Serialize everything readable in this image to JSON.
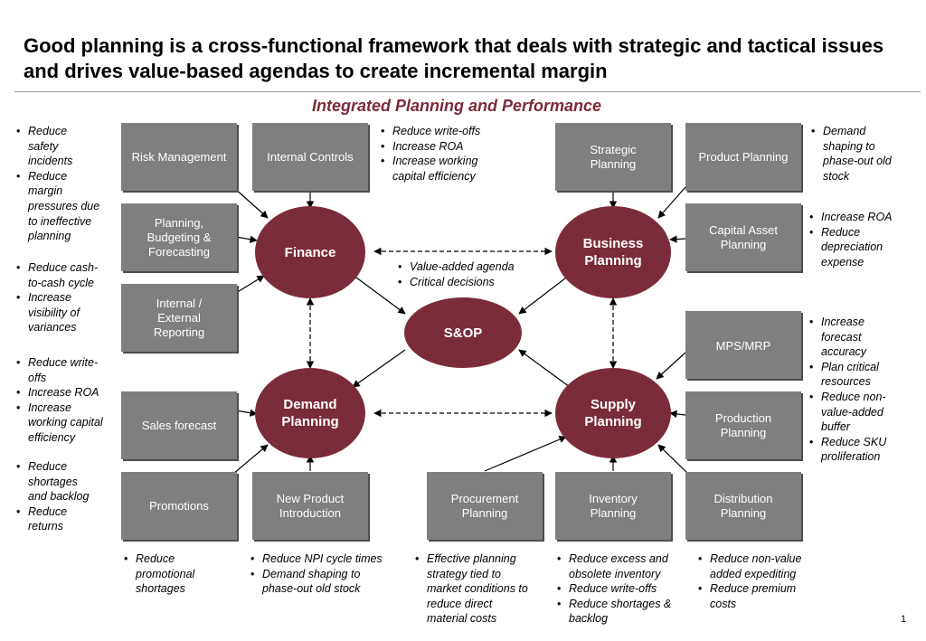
{
  "headline": "Good planning is a cross-functional framework that deals with strategic and tactical issues and drives value-based agendas to create incremental margin",
  "subtitle": "Integrated Planning and Performance",
  "page_number": "1",
  "colors": {
    "node": "#7b2c3a",
    "box": "#7f7f7f",
    "box_text": "#ffffff",
    "subtitle": "#7b2c3a"
  },
  "nodes": {
    "finance": "Finance",
    "business_planning": "Business\nPlanning",
    "sop": "S&OP",
    "demand_planning": "Demand\nPlanning",
    "supply_planning": "Supply\nPlanning"
  },
  "boxes": {
    "risk_management": "Risk Management",
    "internal_controls": "Internal Controls",
    "strategic_planning": "Strategic\nPlanning",
    "product_planning": "Product Planning",
    "planning_budgeting_forecasting": "Planning,\nBudgeting &\nForecasting",
    "capital_asset_planning": "Capital Asset\nPlanning",
    "internal_external_reporting": "Internal /\nExternal\nReporting",
    "mps_mrp": "MPS/MRP",
    "sales_forecast": "Sales forecast",
    "production_planning": "Production\nPlanning",
    "promotions": "Promotions",
    "new_product_introduction": "New Product\nIntroduction",
    "procurement_planning": "Procurement\nPlanning",
    "inventory_planning": "Inventory\nPlanning",
    "distribution_planning": "Distribution\nPlanning"
  },
  "notes": {
    "left_1": [
      "Reduce\nsafety\nincidents",
      "Reduce\nmargin\npressures due\nto ineffective\nplanning"
    ],
    "left_2": [
      "Reduce cash-\nto-cash cycle",
      "Increase\nvisibility of\nvariances"
    ],
    "left_3": [
      "Reduce write-\noffs",
      "Increase ROA",
      "Increase\nworking capital\nefficiency"
    ],
    "left_4": [
      "Reduce\nshortages\nand backlog",
      "Reduce\nreturns"
    ],
    "top_center": [
      "Reduce write-offs",
      "Increase ROA",
      "Increase working\ncapital efficiency"
    ],
    "center": [
      "Value-added agenda",
      "Critical decisions"
    ],
    "right_1": [
      "Demand\nshaping to\nphase-out old\nstock"
    ],
    "right_2": [
      "Increase ROA",
      "Reduce\ndepreciation\nexpense"
    ],
    "right_3": [
      "Increase\nforecast\naccuracy",
      "Plan critical\nresources",
      "Reduce non-\nvalue-added\nbuffer",
      "Reduce SKU\nproliferation"
    ],
    "bottom_promotions": [
      "Reduce\npromotional\nshortages"
    ],
    "bottom_npi": [
      "Reduce NPI cycle times",
      "Demand shaping to\nphase-out old stock"
    ],
    "bottom_procurement": [
      "Effective planning\nstrategy tied to\nmarket conditions to\nreduce direct\nmaterial costs"
    ],
    "bottom_inventory": [
      "Reduce excess and\nobsolete inventory",
      "Reduce write-offs",
      "Reduce shortages &\nbacklog"
    ],
    "bottom_distribution": [
      "Reduce non-value\nadded expediting",
      "Reduce premium\ncosts"
    ]
  }
}
